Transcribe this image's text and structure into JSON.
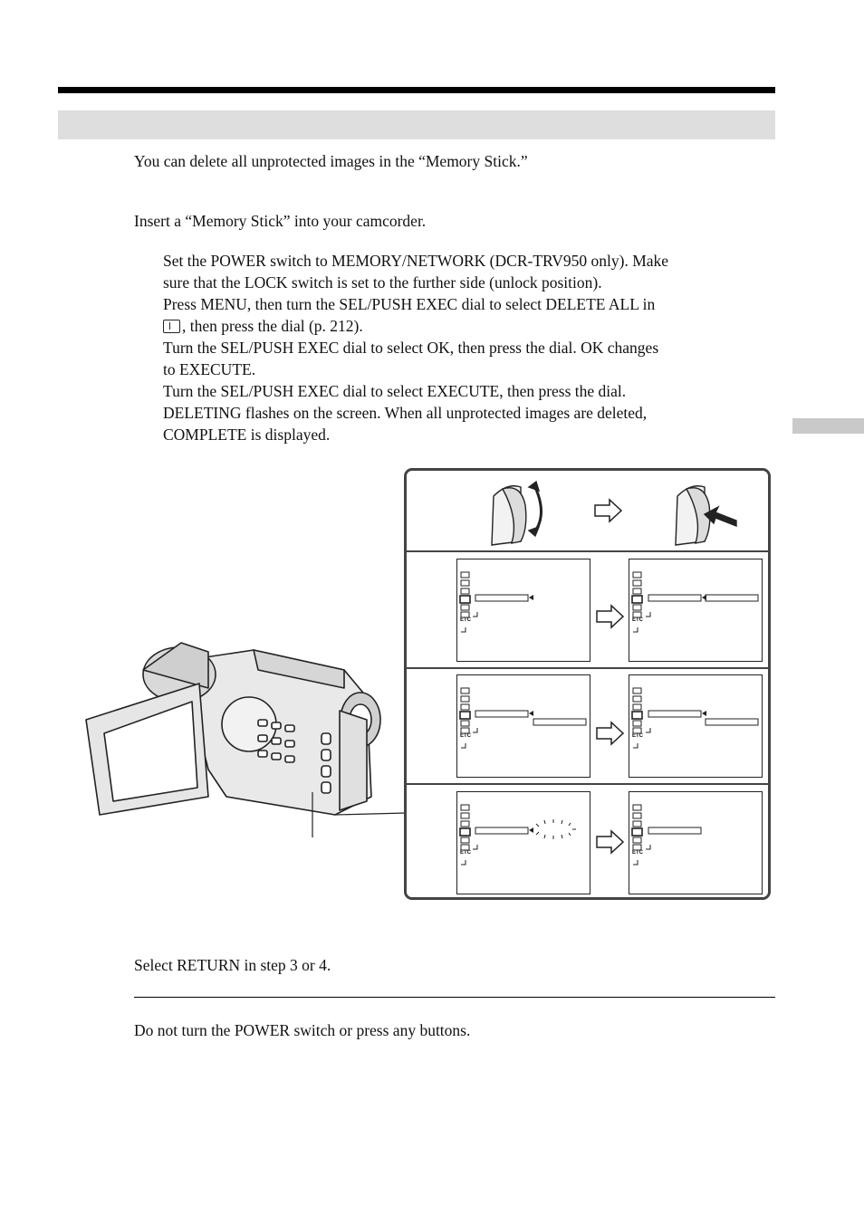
{
  "intro": "You can delete all unprotected images in the “Memory Stick.”",
  "step0": "Insert a “Memory Stick” into your camcorder.",
  "steps": [
    {
      "lines": [
        "Set the POWER switch to MEMORY/NETWORK (DCR-TRV950 only). Make",
        "sure that the LOCK switch is set to the further side (unlock position)."
      ]
    },
    {
      "lines": [
        "Press MENU, then turn the SEL/PUSH EXEC dial to select DELETE ALL in",
        ", then press the dial (p. 212)."
      ]
    },
    {
      "lines": [
        "Turn the SEL/PUSH EXEC dial to select OK, then press the dial. OK changes",
        "to EXECUTE."
      ]
    },
    {
      "lines": [
        "Turn the SEL/PUSH EXEC dial to select EXECUTE, then press the dial.",
        "DELETING flashes on the screen. When all unprotected images are deleted,",
        "COMPLETE is displayed."
      ]
    }
  ],
  "menu_icon_etc": "ETC",
  "cancel_text": "Select RETURN in step 3 or 4.",
  "note_text": "Do not turn the POWER switch or press any buttons."
}
